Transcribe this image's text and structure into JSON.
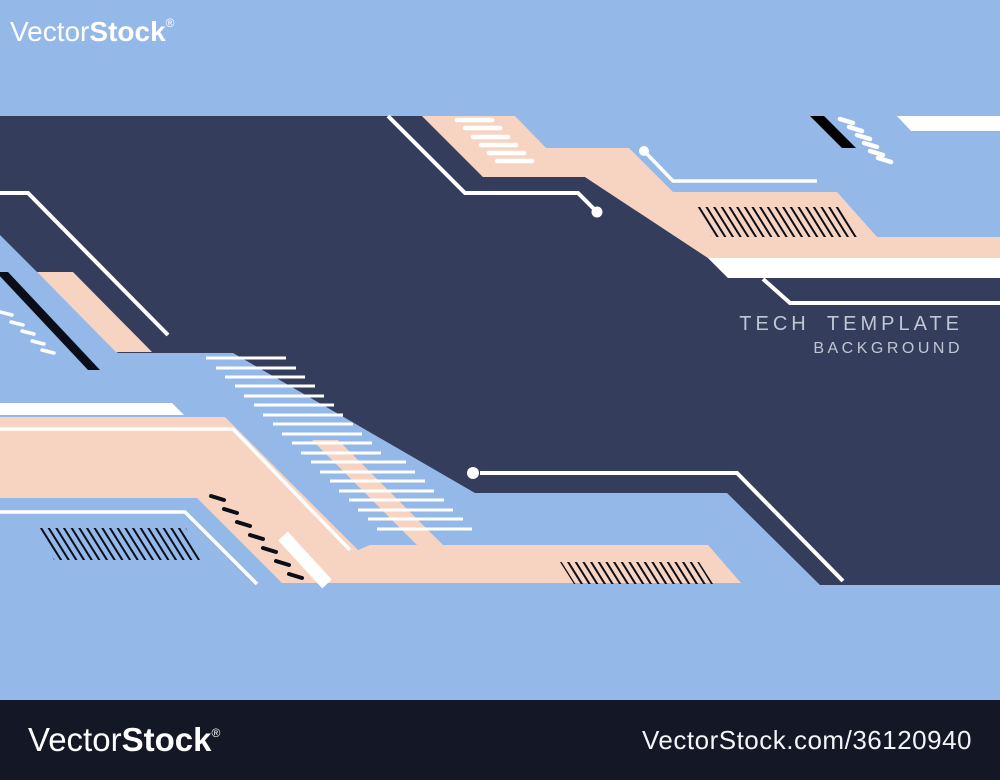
{
  "artwork": {
    "title_line1": "TECH TEMPLATE",
    "title_line2": "BACKGROUND",
    "colors": {
      "background_blue": "#94b9e8",
      "navy": "#353d5c",
      "peach": "#f7d4c1",
      "white": "#ffffff",
      "black": "#0b0d18",
      "watermark_bar": "#141726",
      "title_text": "#ccd2de"
    }
  },
  "watermarks": {
    "top_left": {
      "vector": "Vector",
      "stock": "Stock",
      "registered": "®"
    },
    "bottom_left": {
      "vector": "Vector",
      "stock": "Stock",
      "registered": "®"
    },
    "bottom_right": {
      "url": "VectorStock.com/36120940"
    }
  }
}
